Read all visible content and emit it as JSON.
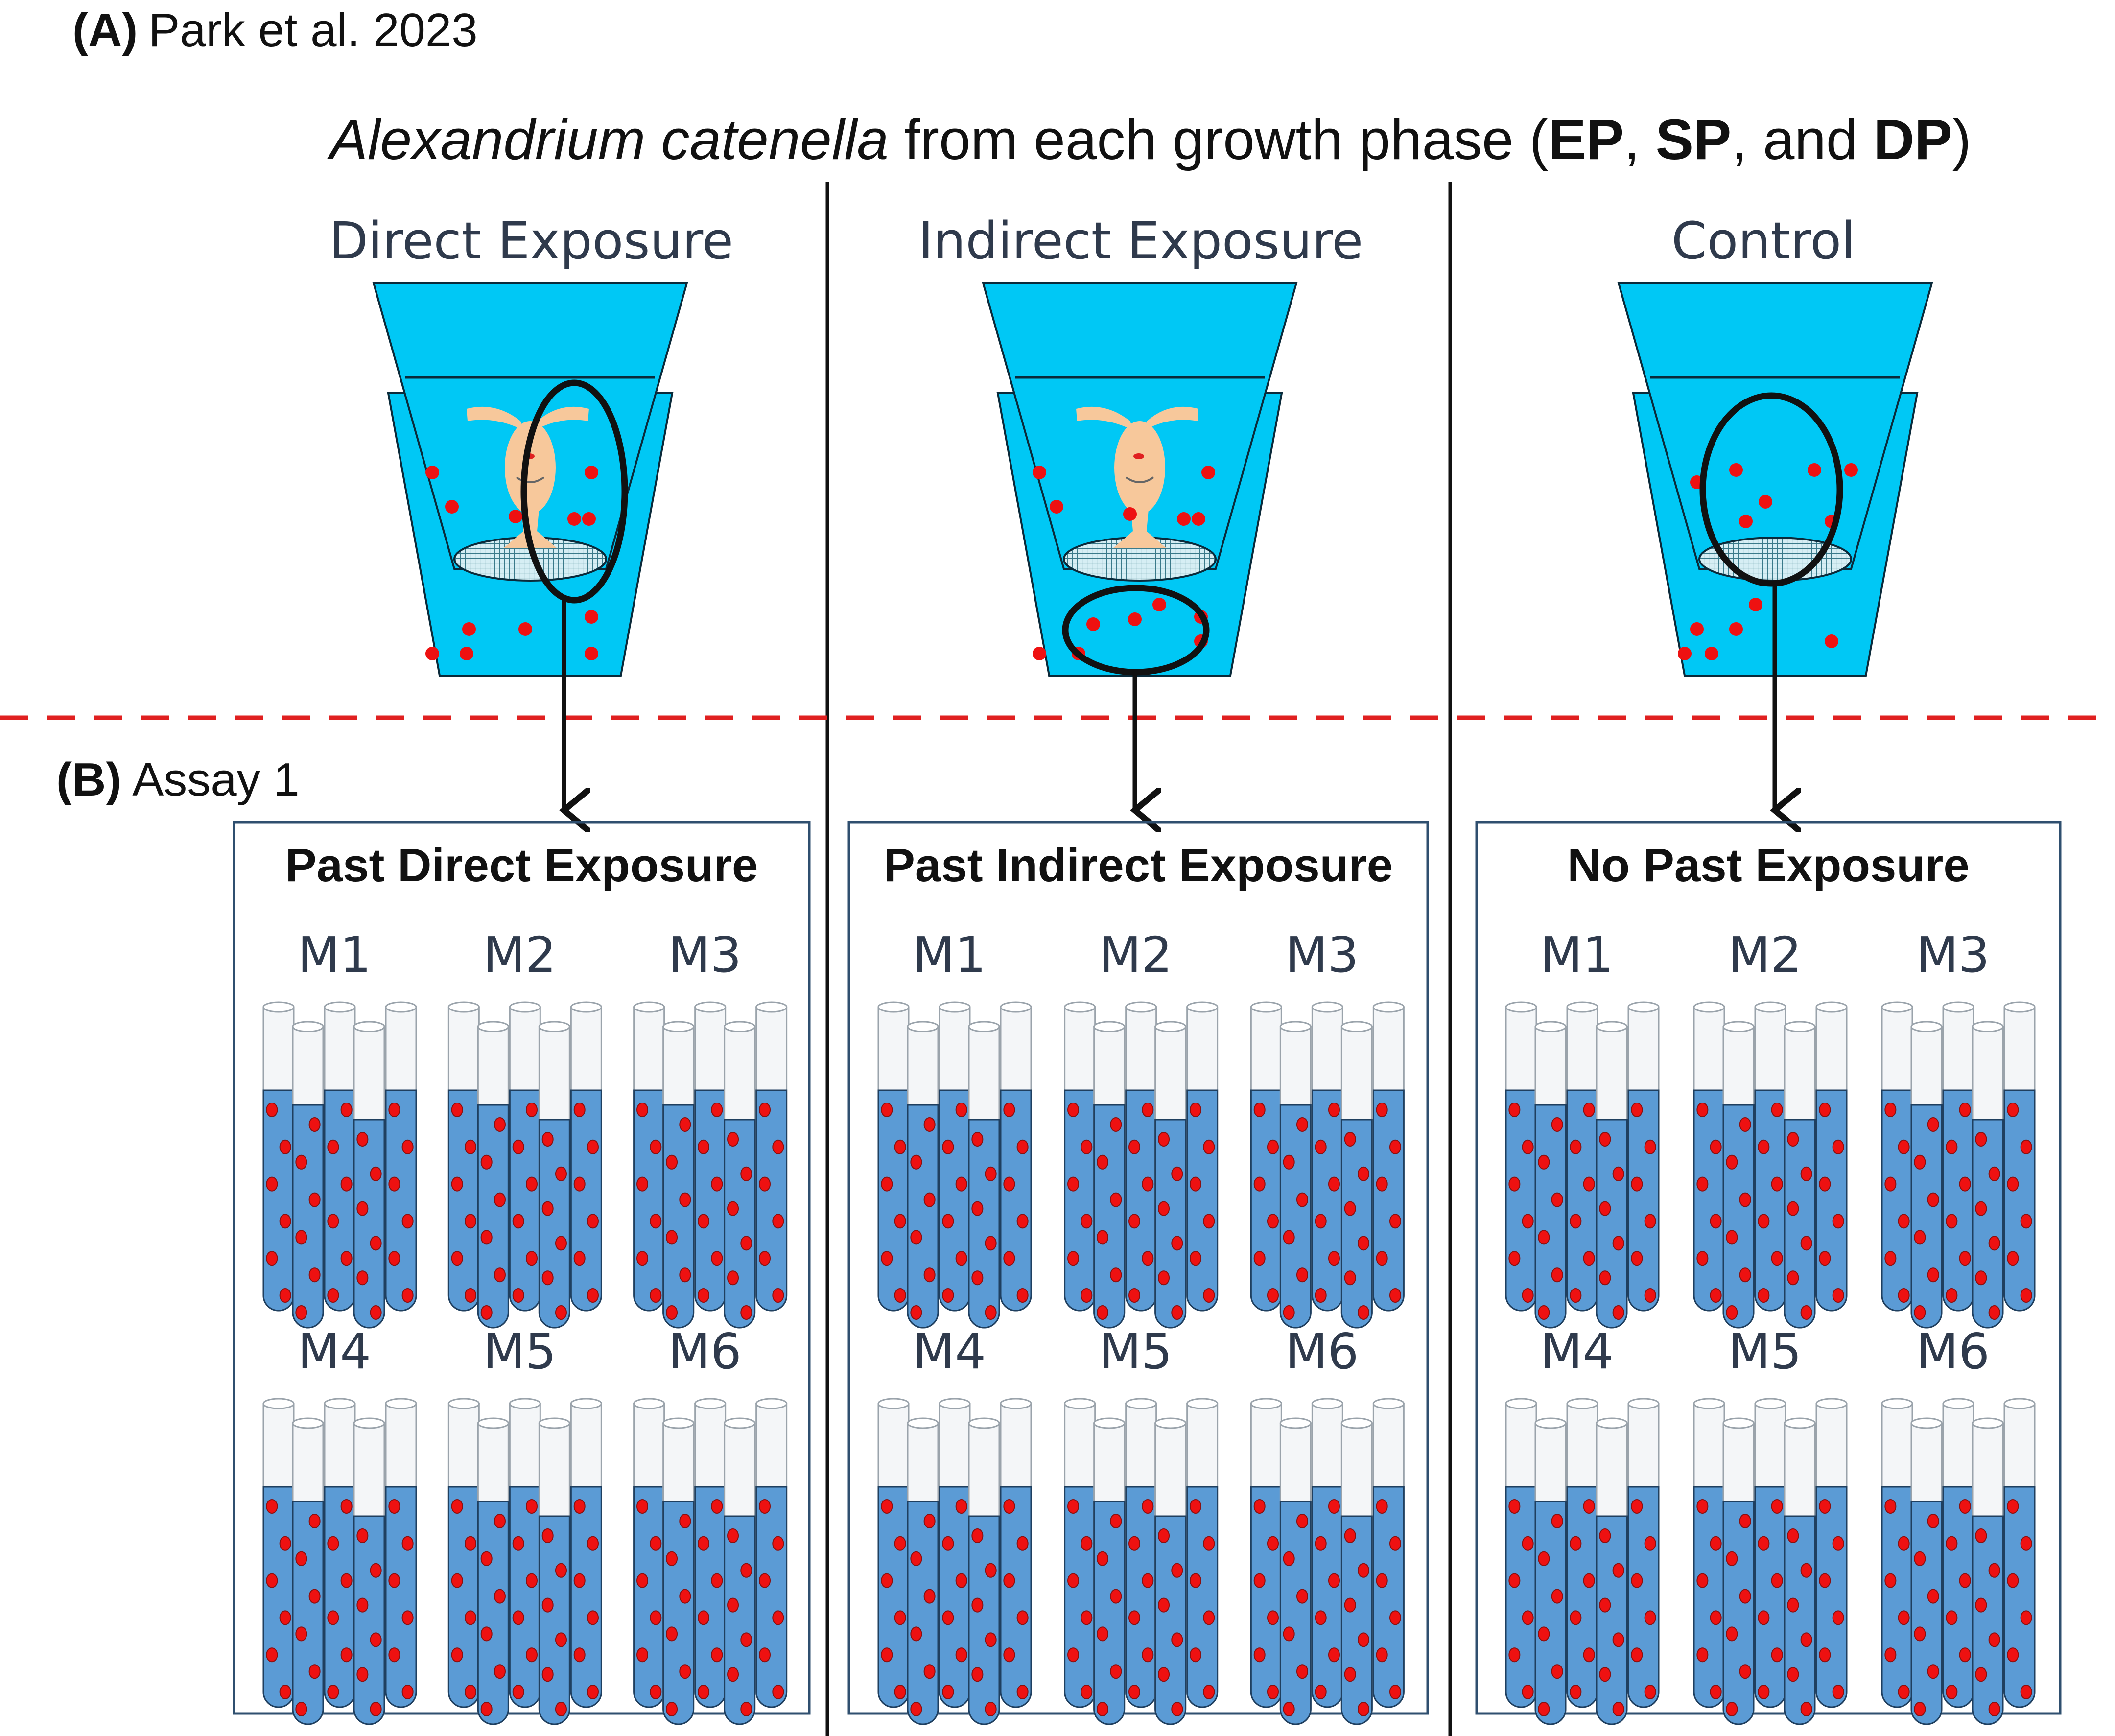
{
  "panel_a": {
    "letter": "(A)",
    "citation": "Park et al. 2023",
    "title_italic": "Alexandrium catenella",
    "title_mid": " from each growth phase (",
    "phase_1": "EP",
    "sep_1": ", ",
    "phase_2": "SP",
    "sep_2": ", and ",
    "phase_3": "DP",
    "title_end": ")",
    "columns": [
      {
        "label": "Direct Exposure"
      },
      {
        "label": "Indirect Exposure"
      },
      {
        "label": "Control"
      }
    ]
  },
  "panel_b": {
    "letter": "(B)",
    "assay": "Assay 1",
    "boxes": [
      {
        "title": "Past Direct Exposure",
        "groups": [
          "M1",
          "M2",
          "M3",
          "M4",
          "M5",
          "M6"
        ]
      },
      {
        "title": "Past Indirect Exposure",
        "groups": [
          "M1",
          "M2",
          "M3",
          "M4",
          "M5",
          "M6"
        ]
      },
      {
        "title": "No Past Exposure",
        "groups": [
          "M1",
          "M2",
          "M3",
          "M4",
          "M5",
          "M6"
        ]
      }
    ]
  },
  "colors": {
    "cup_fill": "#00c8f5",
    "cell_red": "#ee1111",
    "tube_liquid": "#5b9bd5",
    "copepod": "#f7c89b",
    "divider_dash": "#e02020",
    "box_border": "#2f4f6f",
    "label_text": "#2f3a4c"
  }
}
